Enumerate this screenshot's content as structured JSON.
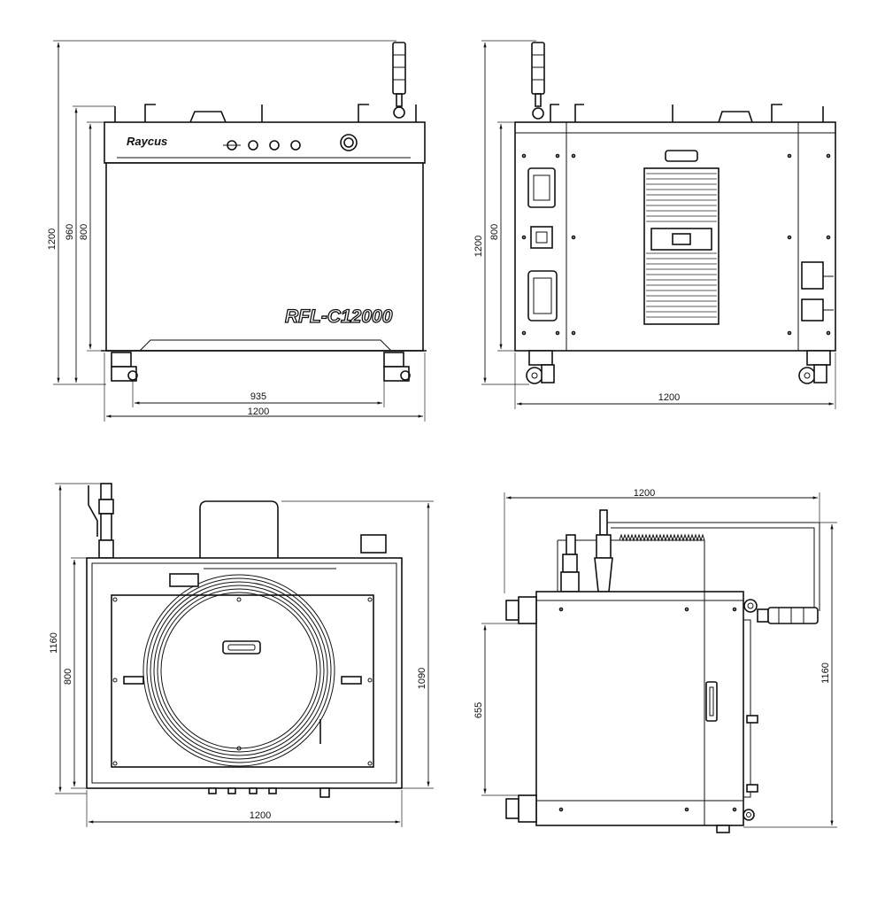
{
  "views": {
    "front": {
      "brand": "Raycus",
      "model": "RFL-C12000",
      "dims": {
        "overall_height": "1200",
        "body_height": "960",
        "cabinet_height": "800",
        "wheel_span": "935",
        "width": "1200"
      }
    },
    "side": {
      "dims": {
        "height": "1200",
        "cabinet_height": "800",
        "width": "1200"
      }
    },
    "top": {
      "dims": {
        "depth": "1160",
        "inner_depth": "800",
        "right_depth": "1090",
        "width": "1200"
      }
    },
    "rear": {
      "dims": {
        "width": "1200",
        "height": "1160",
        "inner_height": "655"
      }
    }
  }
}
